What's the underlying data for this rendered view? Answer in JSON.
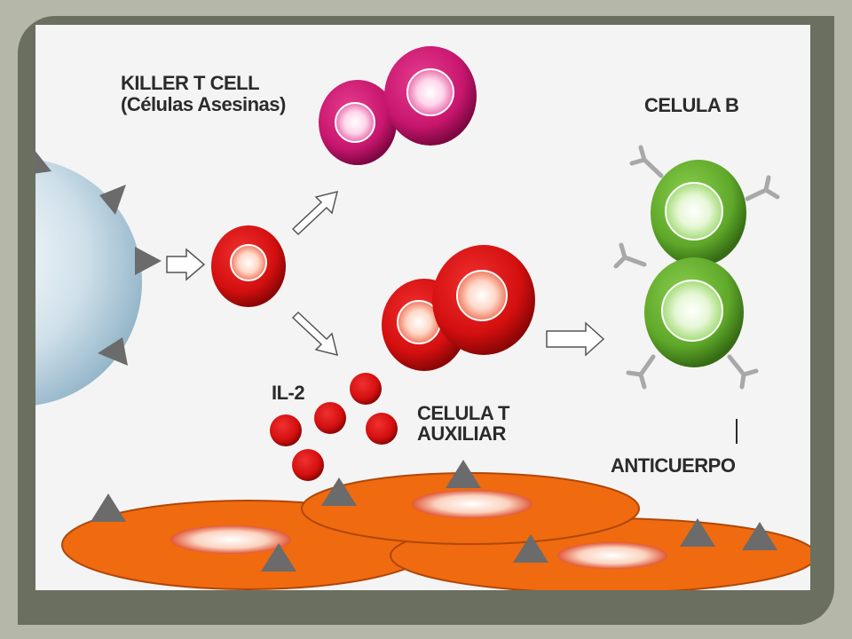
{
  "labels": {
    "killer_t_cell_line1": "KILLER T CELL",
    "killer_t_cell_line2": "(Células Asesinas)",
    "celula_b": "CELULA B",
    "il2": "IL-2",
    "celula_t_line1": "CELULA T",
    "celula_t_line2": "AUXILIAR",
    "anticuerpo": "ANTICUERPO"
  },
  "colors": {
    "frame_outer": "#b5b7a8",
    "frame_inner": "#6b6f60",
    "background": "#f4f4f4",
    "killer_cell": "#c8166e",
    "t_cell": "#d91212",
    "b_cell": "#5fa82a",
    "apc_cell": "#a9c6d6",
    "tissue_cell": "#f06a10",
    "antibody": "#a8a8a8",
    "arrow": "#ffffff",
    "spike": "#6b6b6b"
  },
  "icons": [
    "arrow-right-icon",
    "arrow-up-right-icon",
    "arrow-down-right-icon",
    "antibody-icon"
  ]
}
